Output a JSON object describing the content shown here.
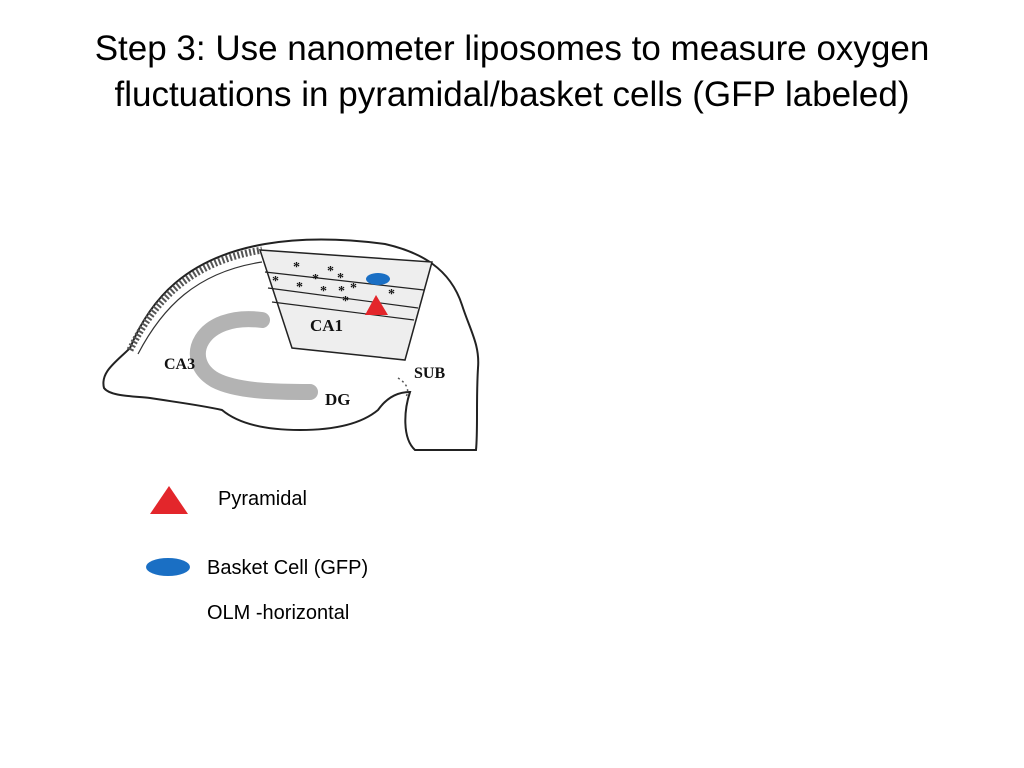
{
  "slide": {
    "title": "Step 3: Use nanometer liposomes to measure oxygen fluctuations in pyramidal/basket cells (GFP labeled)"
  },
  "diagram": {
    "labels": {
      "ca1": "CA1",
      "ca3": "CA3",
      "dg": "DG",
      "sub": "SUB"
    }
  },
  "legend": {
    "pyramidal": "Pyramidal",
    "basket": "Basket Cell (GFP)",
    "olm": "OLM -horizontal"
  },
  "colors": {
    "pyramidal_marker": "#e3262b",
    "basket_marker": "#1a6fc4",
    "region_fill": "#eeeeee",
    "dentate_band": "#b3b3b3"
  }
}
